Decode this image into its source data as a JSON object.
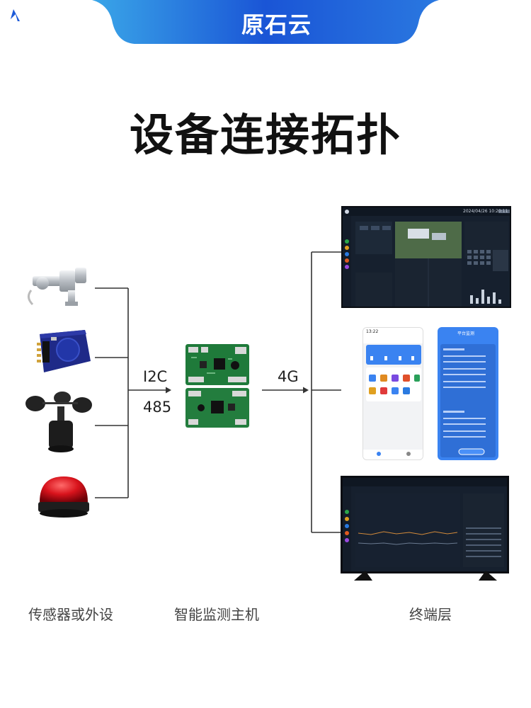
{
  "brand": {
    "name": "原石云",
    "logo_icon": "stone-logo-icon",
    "color": "#1d4fd8"
  },
  "title": "设备连接拓扑",
  "links": {
    "sensor_to_host": [
      "I2C",
      "485"
    ],
    "host_to_terminal": "4G"
  },
  "columns": {
    "sensors": "传感器或外设",
    "host": "智能监测主机",
    "terminal": "终端层"
  },
  "sensors": [
    {
      "icon": "displacement-sensor-icon"
    },
    {
      "icon": "sensor-module-board-icon"
    },
    {
      "icon": "anemometer-icon"
    },
    {
      "icon": "alarm-light-icon"
    }
  ],
  "host": {
    "icon": "circuit-board-icon"
  },
  "terminals": {
    "dashboard_time": "2024/04/26 10:20:11",
    "phone_time": "13:22",
    "phone_tab": "平台监测"
  }
}
